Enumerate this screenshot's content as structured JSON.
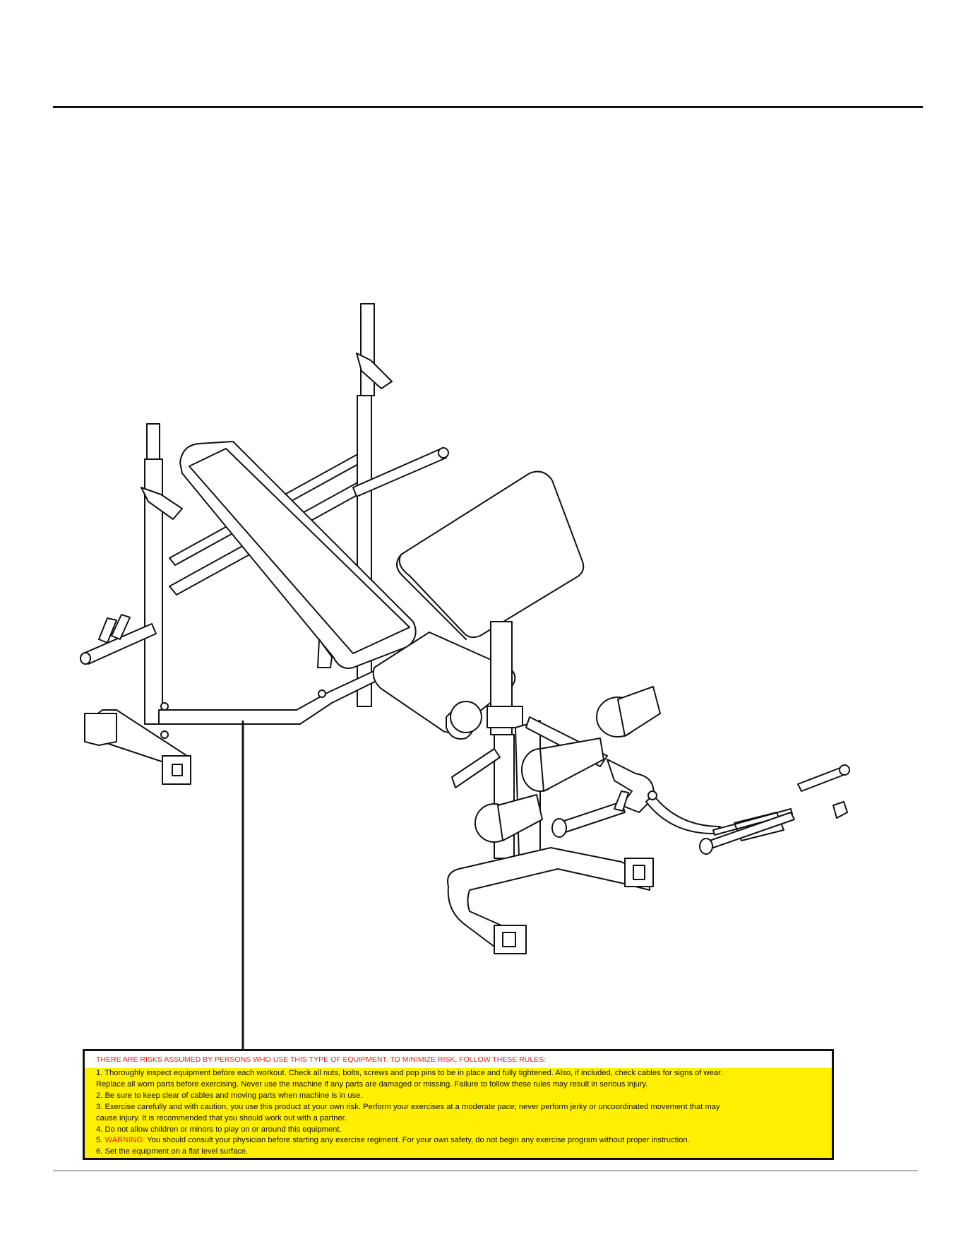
{
  "warning_box": {
    "heading": "THERE ARE RISKS ASSUMED BY PERSONS WHO USE THIS TYPE OF EQUIPMENT.  TO MINIMIZE RISK, FOLLOW THESE RULES:",
    "rule1_line1": "1.  Thoroughly inspect equipment before each workout.  Check all nuts, bolts, screws and pop pins to be in place and fully tightened.  Also, if included, check cables for signs of wear.",
    "rule1_line2": "Replace all worn parts before exercising.  Never use the machine if any parts are damaged or missing.  Failure to follow these rules may result in serious injury.",
    "rule2": "2.  Be sure to keep clear of cables and moving parts when machine is in use.",
    "rule3_line1": "3.  Exercise carefully and with caution, you use this product at your own risk.  Perform your exercises at a moderate pace; never perform jerky or uncoordinated movement that may",
    "rule3_line2": "cause injury.  It is recommended that you should work out with a partner.",
    "rule4": "4.  Do not allow children or minors to play on or around this equipment.",
    "rule5_prefix": "5.  ",
    "rule5_warning": "WARNING:",
    "rule5_text": "  You should consult your physician before starting any exercise regiment.  For your own safety, do not begin any exercise program without proper instruction.",
    "rule6": "6.  Set the equipment on a flat level surface."
  },
  "colors": {
    "warning_red": "#e1251b",
    "highlight_yellow": "#ffef00",
    "rule_black": "#111111"
  }
}
